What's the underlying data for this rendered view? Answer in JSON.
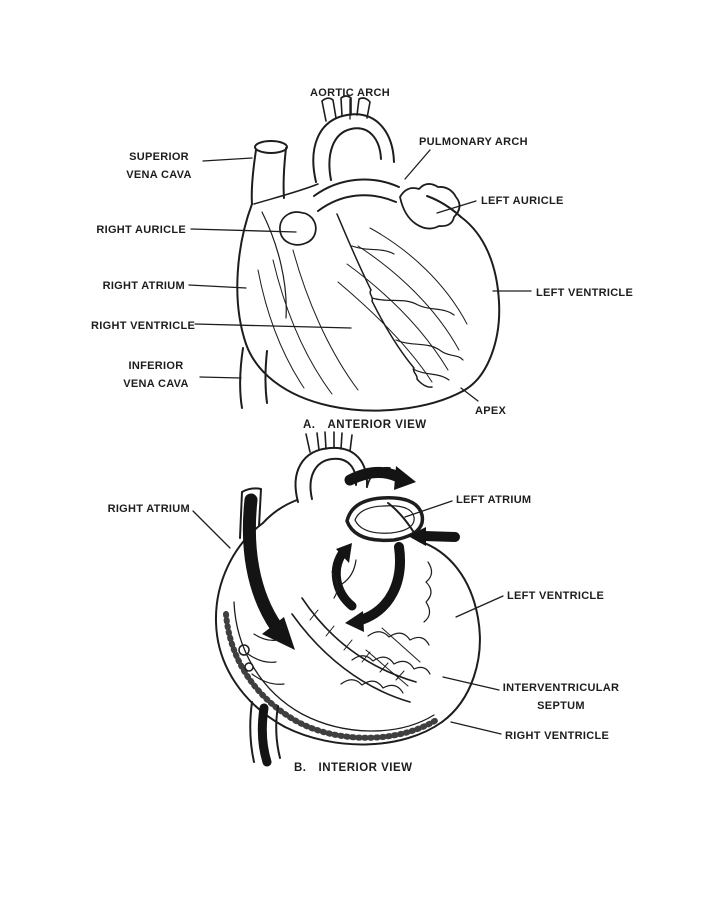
{
  "page": {
    "background": "#ffffff",
    "ink_color": "#1d1d1d"
  },
  "views": [
    {
      "name": "anterior",
      "caption": {
        "letter": "A.",
        "title": "ANTERIOR VIEW"
      },
      "labels": [
        {
          "id": "aortic-arch",
          "lines": [
            "AORTIC ARCH"
          ]
        },
        {
          "id": "pulmonary-arch",
          "lines": [
            "PULMONARY ARCH"
          ]
        },
        {
          "id": "superior-vena-cava",
          "lines": [
            "SUPERIOR",
            "VENA CAVA"
          ]
        },
        {
          "id": "left-auricle",
          "lines": [
            "LEFT AURICLE"
          ]
        },
        {
          "id": "right-auricle",
          "lines": [
            "RIGHT AURICLE"
          ]
        },
        {
          "id": "right-atrium",
          "lines": [
            "RIGHT ATRIUM"
          ]
        },
        {
          "id": "left-ventricle",
          "lines": [
            "LEFT VENTRICLE"
          ]
        },
        {
          "id": "right-ventricle",
          "lines": [
            "RIGHT VENTRICLE"
          ]
        },
        {
          "id": "inferior-vena-cava",
          "lines": [
            "INFERIOR",
            "VENA CAVA"
          ]
        },
        {
          "id": "apex",
          "lines": [
            "APEX"
          ]
        }
      ]
    },
    {
      "name": "interior",
      "caption": {
        "letter": "B.",
        "title": "INTERIOR VIEW"
      },
      "labels": [
        {
          "id": "right-atrium",
          "lines": [
            "RIGHT ATRIUM"
          ]
        },
        {
          "id": "left-atrium",
          "lines": [
            "LEFT ATRIUM"
          ]
        },
        {
          "id": "left-ventricle",
          "lines": [
            "LEFT VENTRICLE"
          ]
        },
        {
          "id": "interventricular-septum",
          "lines": [
            "INTERVENTRICULAR",
            "SEPTUM"
          ]
        },
        {
          "id": "right-ventricle",
          "lines": [
            "RIGHT VENTRICLE"
          ]
        }
      ]
    }
  ]
}
